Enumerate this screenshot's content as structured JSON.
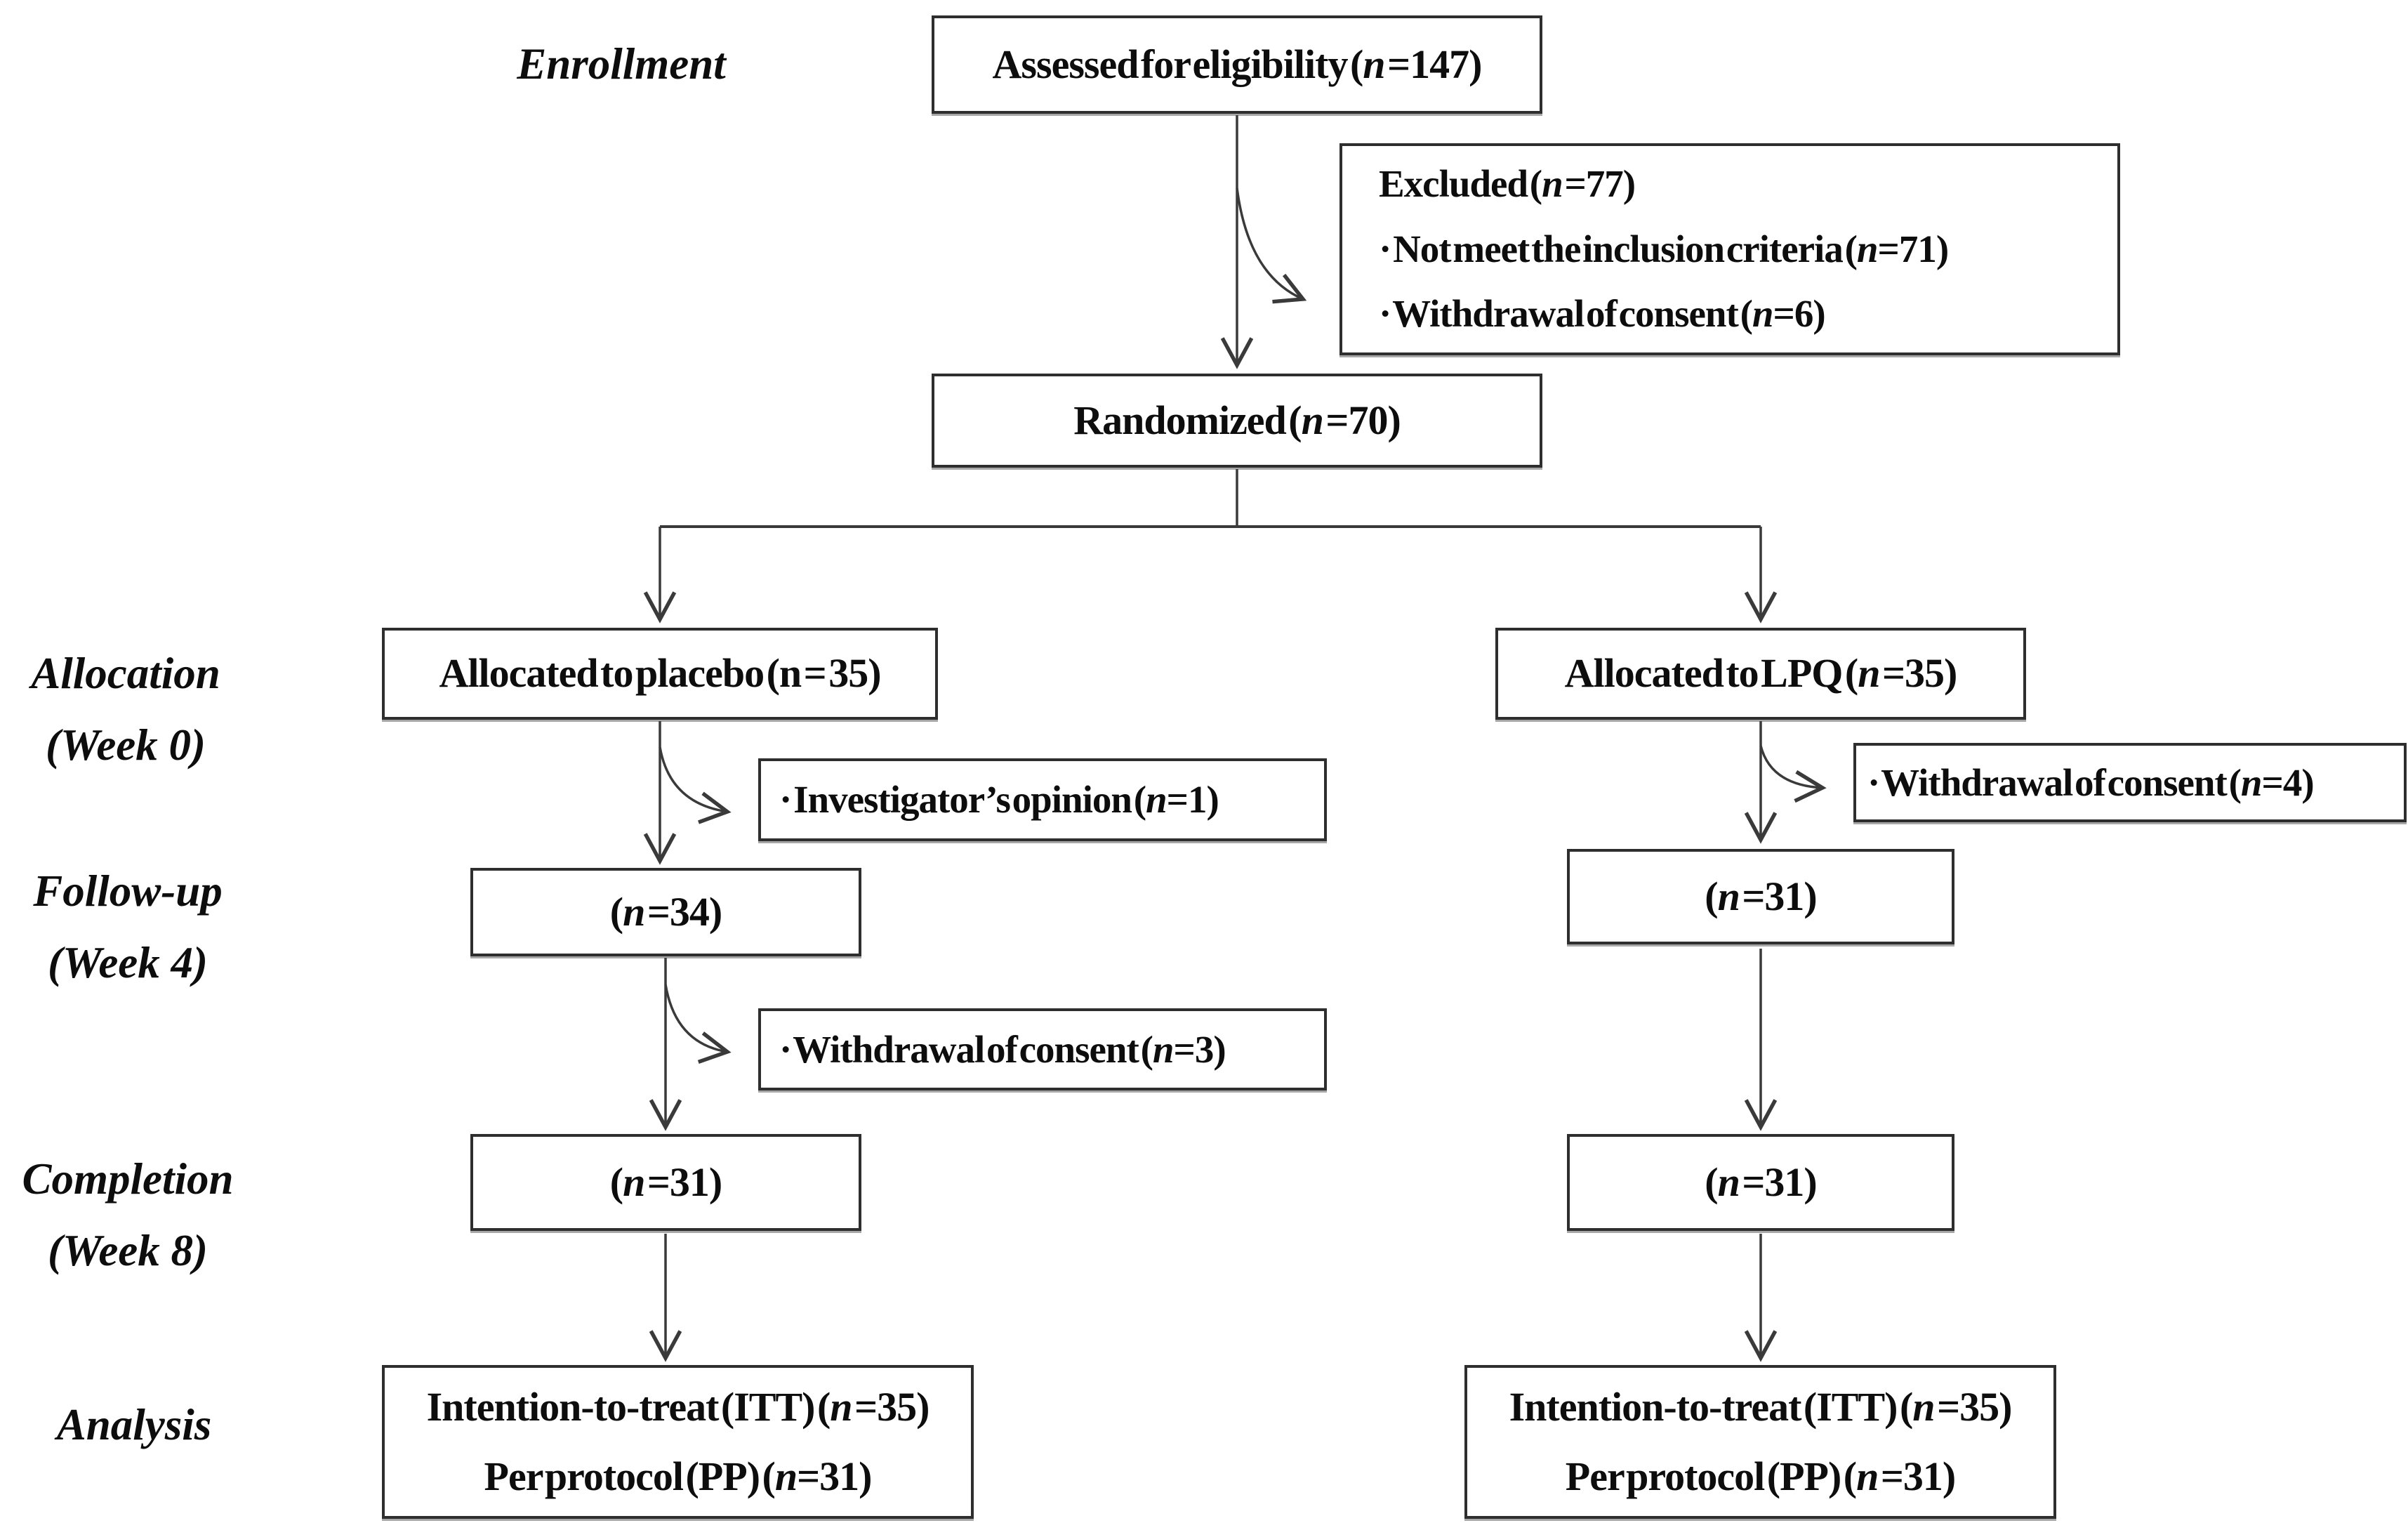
{
  "diagram": {
    "stages": {
      "enrollment": "Enrollment",
      "allocation_l1": "Allocation",
      "allocation_l2": "(Week 0)",
      "followup_l1": "Follow-up",
      "followup_l2": "(Week 4)",
      "completion_l1": "Completion",
      "completion_l2": "(Week 8)",
      "analysis": "Analysis"
    },
    "boxes": {
      "assessed": {
        "pre": "Assessed for eligibility (",
        "n": "n",
        "post": " =147)"
      },
      "excluded_l1": {
        "pre": "Excluded (",
        "n": "n",
        "post": " =77)"
      },
      "excluded_l2": {
        "pre": "· Not meet the inclusion criteria (",
        "n": "n",
        "post": "=71)"
      },
      "excluded_l3": {
        "pre": "· Withdrawal of consent (",
        "n": "n",
        "post": "=6)"
      },
      "randomized": {
        "pre": "Randomized (",
        "n": "n",
        "post": " =70)"
      },
      "alloc_placebo": {
        "pre": "Allocated to placebo (",
        "n": "n",
        "post": " = 35)"
      },
      "alloc_lpq": {
        "pre": "Allocated to LPQ (",
        "n": "n",
        "post": " =35)"
      },
      "investigator_opinion": {
        "pre": "· Investigator’s opinion (",
        "n": "n",
        "post": "=1)"
      },
      "withdrawal_consent_4": {
        "pre": "· Withdrawal of consent (",
        "n": "n",
        "post": "=4)"
      },
      "followup_placebo": {
        "pre": "(",
        "n": "n",
        "post": " =34)"
      },
      "followup_lpq": {
        "pre": "(",
        "n": "n",
        "post": " =31)"
      },
      "withdrawal_consent_3": {
        "pre": "· Withdrawal of consent (",
        "n": "n",
        "post": "=3)"
      },
      "completion_placebo": {
        "pre": "(",
        "n": "n",
        "post": " =31)"
      },
      "completion_lpq": {
        "pre": "(",
        "n": "n",
        "post": " =31)"
      },
      "analysis_placebo_l1": {
        "pre": "Intention-to-treat (ITT) (",
        "n": "n",
        "post": " =35)"
      },
      "analysis_placebo_l2": {
        "pre": "Per protocol (PP) (",
        "n": "n",
        "post": "=31)"
      },
      "analysis_lpq_l1": {
        "pre": "Intention-to-treat (ITT) (",
        "n": "n",
        "post": " =35)"
      },
      "analysis_lpq_l2": {
        "pre": "Per protocol (PP) (",
        "n": "n",
        "post": " =31)"
      }
    },
    "colors": {
      "background": "#ffffff",
      "border": "#2e2e2e",
      "line": "#3a3a3a",
      "text": "#0d0d0d"
    }
  }
}
